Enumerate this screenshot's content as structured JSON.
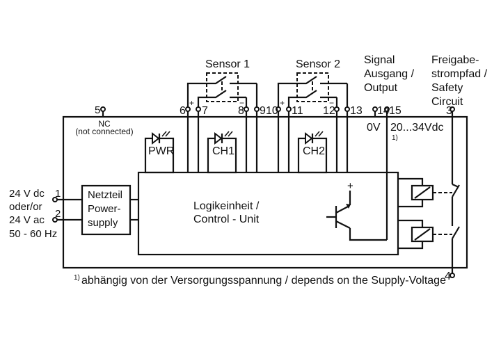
{
  "diagram": {
    "sensors": [
      {
        "label": "Sensor 1"
      },
      {
        "label": "Sensor 2"
      }
    ],
    "signal_label": [
      "Signal",
      "Ausgang /",
      "Output"
    ],
    "safety_label": [
      "Freigabe-",
      "strompfad /",
      "Safety",
      "Circuit"
    ],
    "terminals": {
      "t1": "1",
      "t2": "2",
      "t3": "3",
      "t4": "4",
      "t5": "5",
      "t6": "6",
      "t7": "7",
      "t8": "8",
      "t9": "9",
      "t10": "10",
      "t11": "11",
      "t12": "12",
      "t13": "13",
      "t14": "14",
      "t15": "15"
    },
    "nc_label": [
      "NC",
      "(not connected)"
    ],
    "leds": {
      "pwr": "PWR",
      "ch1": "CH1",
      "ch2": "CH2"
    },
    "out_0v": "0V",
    "out_supply": "20...34Vdc",
    "out_note": "1)",
    "supply_input": [
      "24 V dc",
      "oder/or",
      "24 V ac",
      "50 - 60 Hz"
    ],
    "power_supply": [
      "Netzteil",
      "Power-",
      "supply"
    ],
    "logic_unit": [
      "Logikeinheit /",
      "Control - Unit"
    ],
    "footnote_mark": "1)",
    "footnote": "abhängig von der Versorgungsspannung / depends on the Supply-Voltage",
    "plus": "+",
    "minus": "−"
  }
}
